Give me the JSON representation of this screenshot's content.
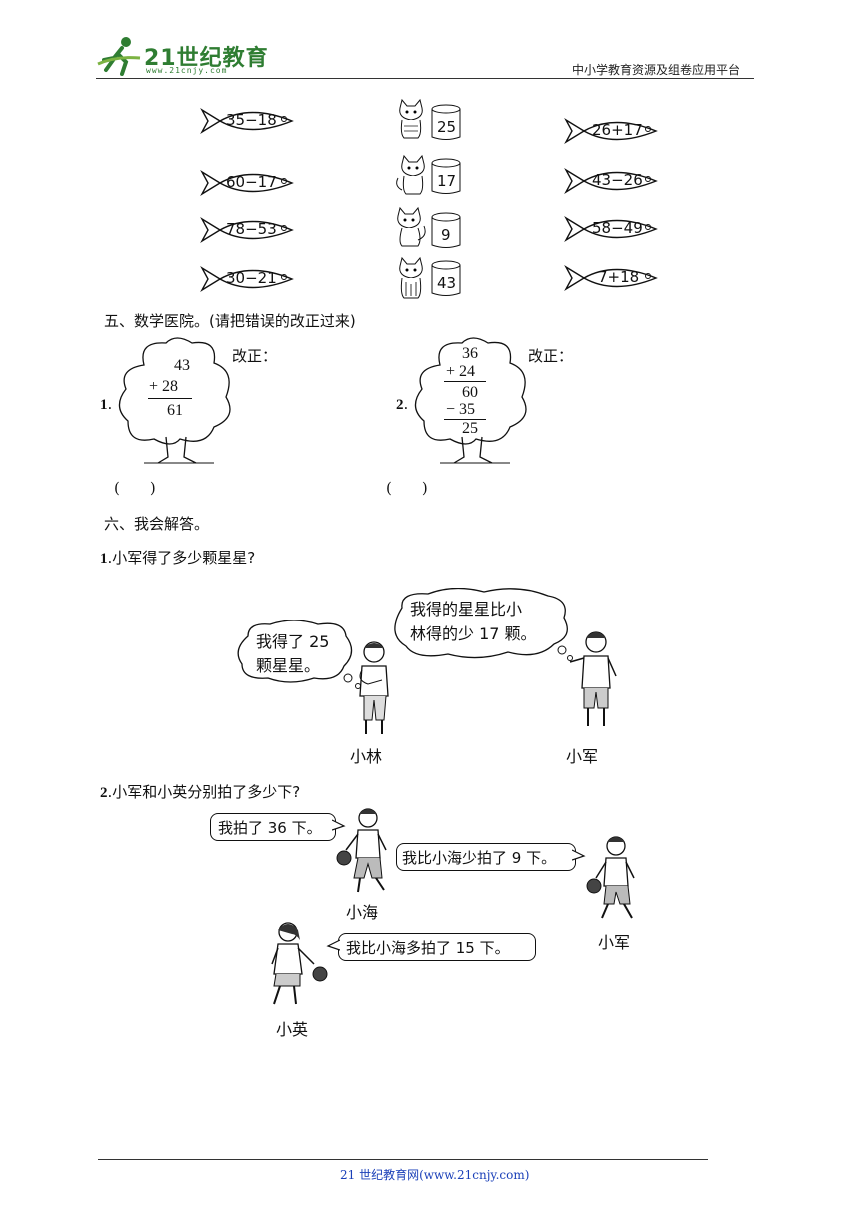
{
  "header": {
    "logo_text": "21世纪教育",
    "logo_sub": "www.21cnjy.com",
    "right_text": "中小学教育资源及组卷应用平台"
  },
  "matching": {
    "left_fish": [
      "35−18",
      "60−17",
      "78−53",
      "30−21"
    ],
    "buckets": [
      "25",
      "17",
      "9",
      "43"
    ],
    "right_fish": [
      "26+17",
      "43−26",
      "58−49",
      "7+18"
    ]
  },
  "section5": {
    "title": "五、数学医院。(请把错误的改正过来)",
    "items": [
      {
        "num": "1",
        "dot": ".",
        "lines": [
          "43",
          "+ 28",
          "61"
        ],
        "correct_label": "改正：",
        "paren": "(　　)"
      },
      {
        "num": "2",
        "dot": ".",
        "lines": [
          "36",
          "+ 24",
          "60",
          "− 35",
          "25"
        ],
        "correct_label": "改正：",
        "paren": "(　　)"
      }
    ]
  },
  "section6": {
    "title": "六、我会解答。",
    "q1": {
      "num": "1",
      "text": ".小军得了多少颗星星?",
      "bubble_lin": [
        "我得了 25",
        "颗星星。"
      ],
      "bubble_jun": [
        "我得的星星比小",
        "林得的少 17 颗。"
      ],
      "name_lin": "小林",
      "name_jun": "小军"
    },
    "q2": {
      "num": "2",
      "text": ".小军和小英分别拍了多少下?",
      "say_hai": "我拍了 36 下。",
      "say_jun": "我比小海少拍了 9 下。",
      "say_ying": "我比小海多拍了 15 下。",
      "name_hai": "小海",
      "name_jun": "小军",
      "name_ying": "小英"
    }
  },
  "footer": {
    "text": "21 世纪教育网(www.21cnjy.com)"
  }
}
